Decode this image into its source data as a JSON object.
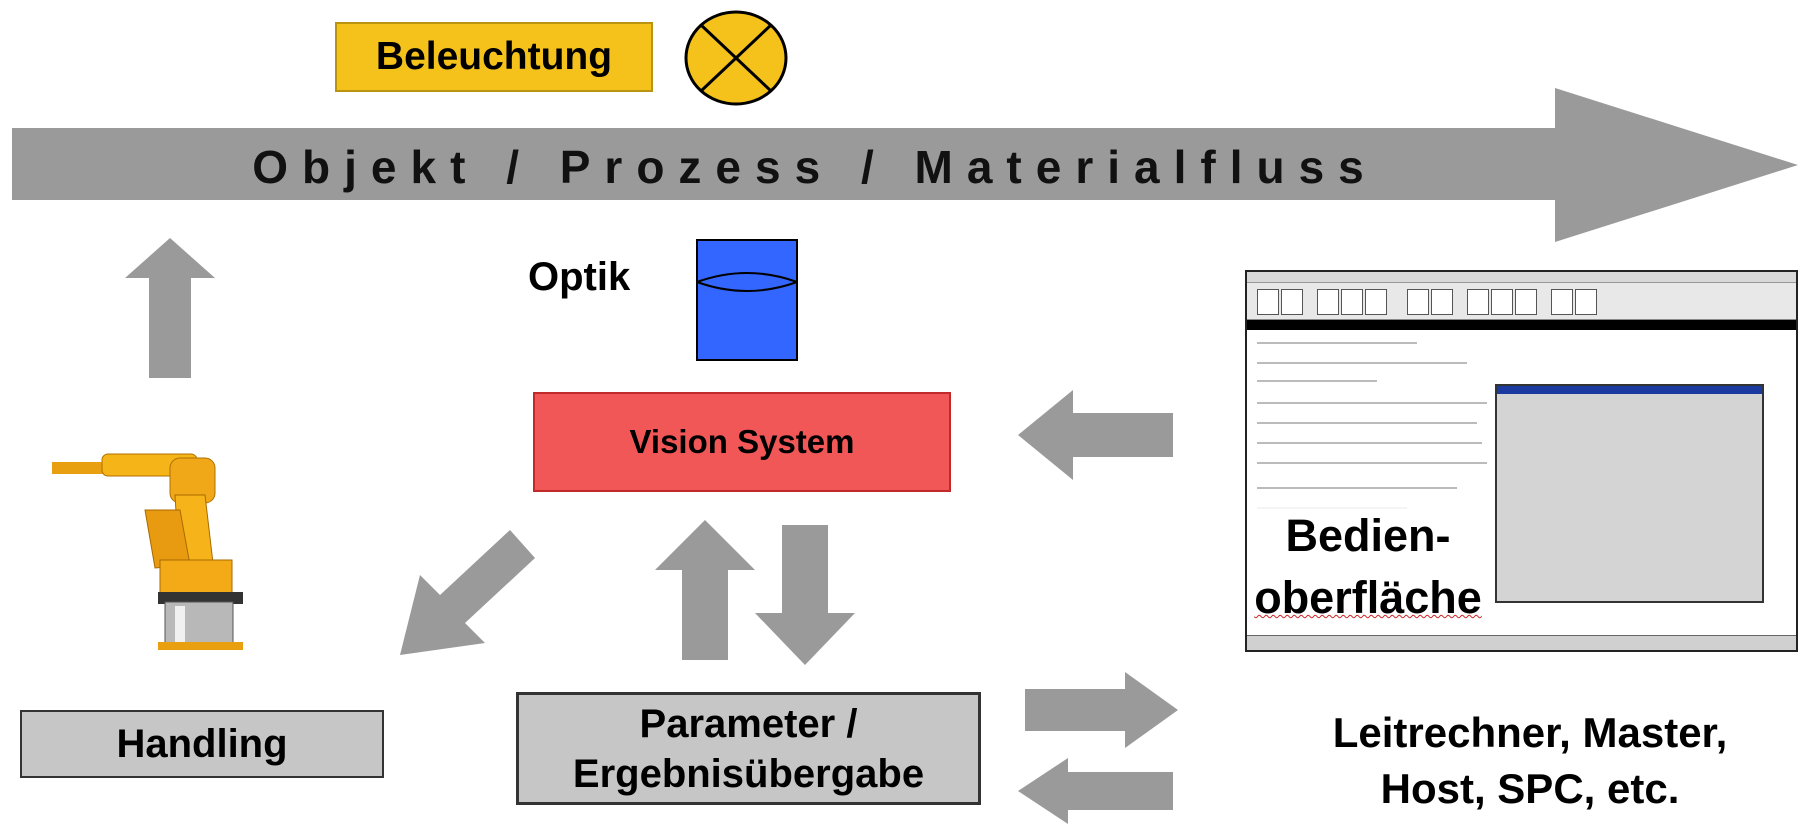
{
  "flow": {
    "label": "Objekt / Prozess / Materialfluss"
  },
  "lighting": {
    "label": "Beleuchtung",
    "icon": "lamp-icon",
    "color": "#f4c21a"
  },
  "optics": {
    "label": "Optik",
    "icon": "lens-icon",
    "color": "#3366ff"
  },
  "vision": {
    "label": "Vision System",
    "color": "#f25757"
  },
  "handling": {
    "label": "Handling",
    "icon": "robot-arm-icon"
  },
  "parameter": {
    "line1": "Parameter /",
    "line2": "Ergebnisübergabe"
  },
  "ui": {
    "line1": "Bedien-",
    "line2": "oberfläche",
    "icon": "software-screenshot"
  },
  "host": {
    "line1": "Leitrechner, Master,",
    "line2": "Host, SPC, etc."
  },
  "colors": {
    "arrow": "#9a9a9a",
    "box_gray": "#c6c6c6"
  }
}
